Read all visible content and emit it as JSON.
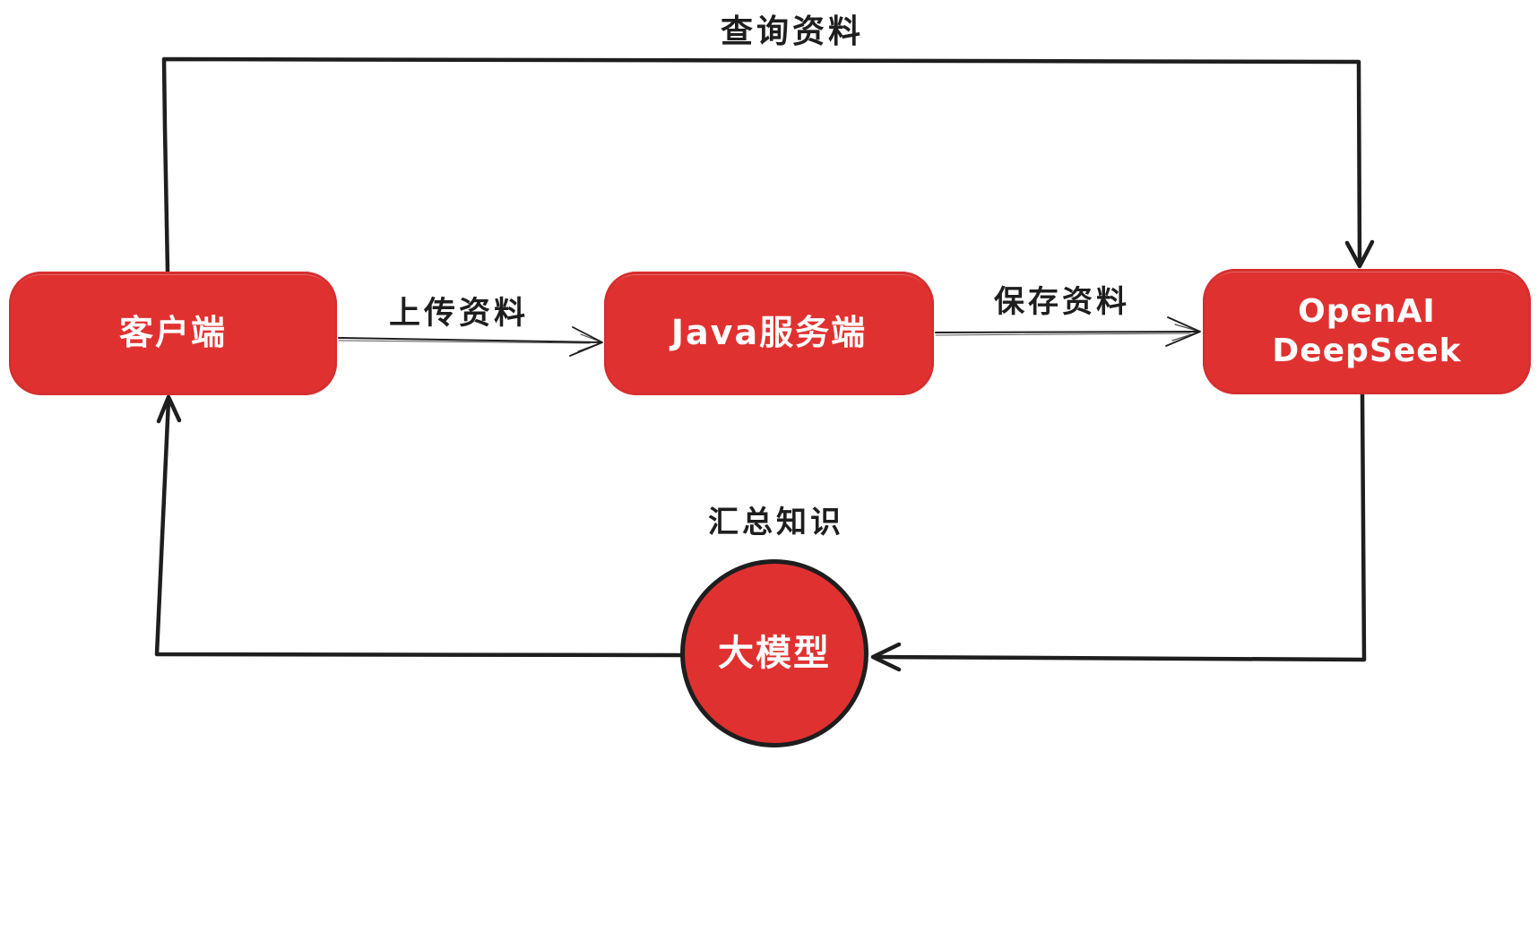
{
  "diagram": {
    "type": "flowchart",
    "style": "hand-drawn",
    "colors": {
      "node_fill": "#e03131",
      "node_text": "#ffffff",
      "arrow_stroke": "#1e1e1e",
      "label_text": "#1e1e1e",
      "background": "#ffffff"
    },
    "nodes": [
      {
        "id": "client",
        "label": "客户端",
        "shape": "rounded-rectangle"
      },
      {
        "id": "java-server",
        "label": "Java服务端",
        "shape": "rounded-rectangle"
      },
      {
        "id": "openai-deepseek",
        "label_line1": "OpenAI",
        "label_line2": "DeepSeek",
        "shape": "rounded-rectangle"
      },
      {
        "id": "large-model",
        "label": "大模型",
        "shape": "circle"
      }
    ],
    "edges": [
      {
        "id": "query",
        "label": "查询资料",
        "from": "client",
        "to": "openai-deepseek"
      },
      {
        "id": "upload",
        "label": "上传资料",
        "from": "client",
        "to": "java-server"
      },
      {
        "id": "save",
        "label": "保存资料",
        "from": "java-server",
        "to": "openai-deepseek"
      },
      {
        "id": "summarize",
        "label": "汇总知识",
        "from": "large-model",
        "to": "client"
      }
    ]
  }
}
